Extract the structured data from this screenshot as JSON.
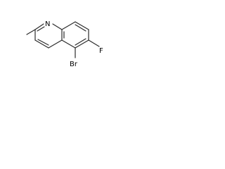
{
  "molecule": {
    "atoms": {
      "N": "N",
      "F": "F",
      "Br": "Br"
    }
  },
  "colors": {
    "bond": "#2b2b2b",
    "label": "#000000",
    "background": "#ffffff"
  }
}
